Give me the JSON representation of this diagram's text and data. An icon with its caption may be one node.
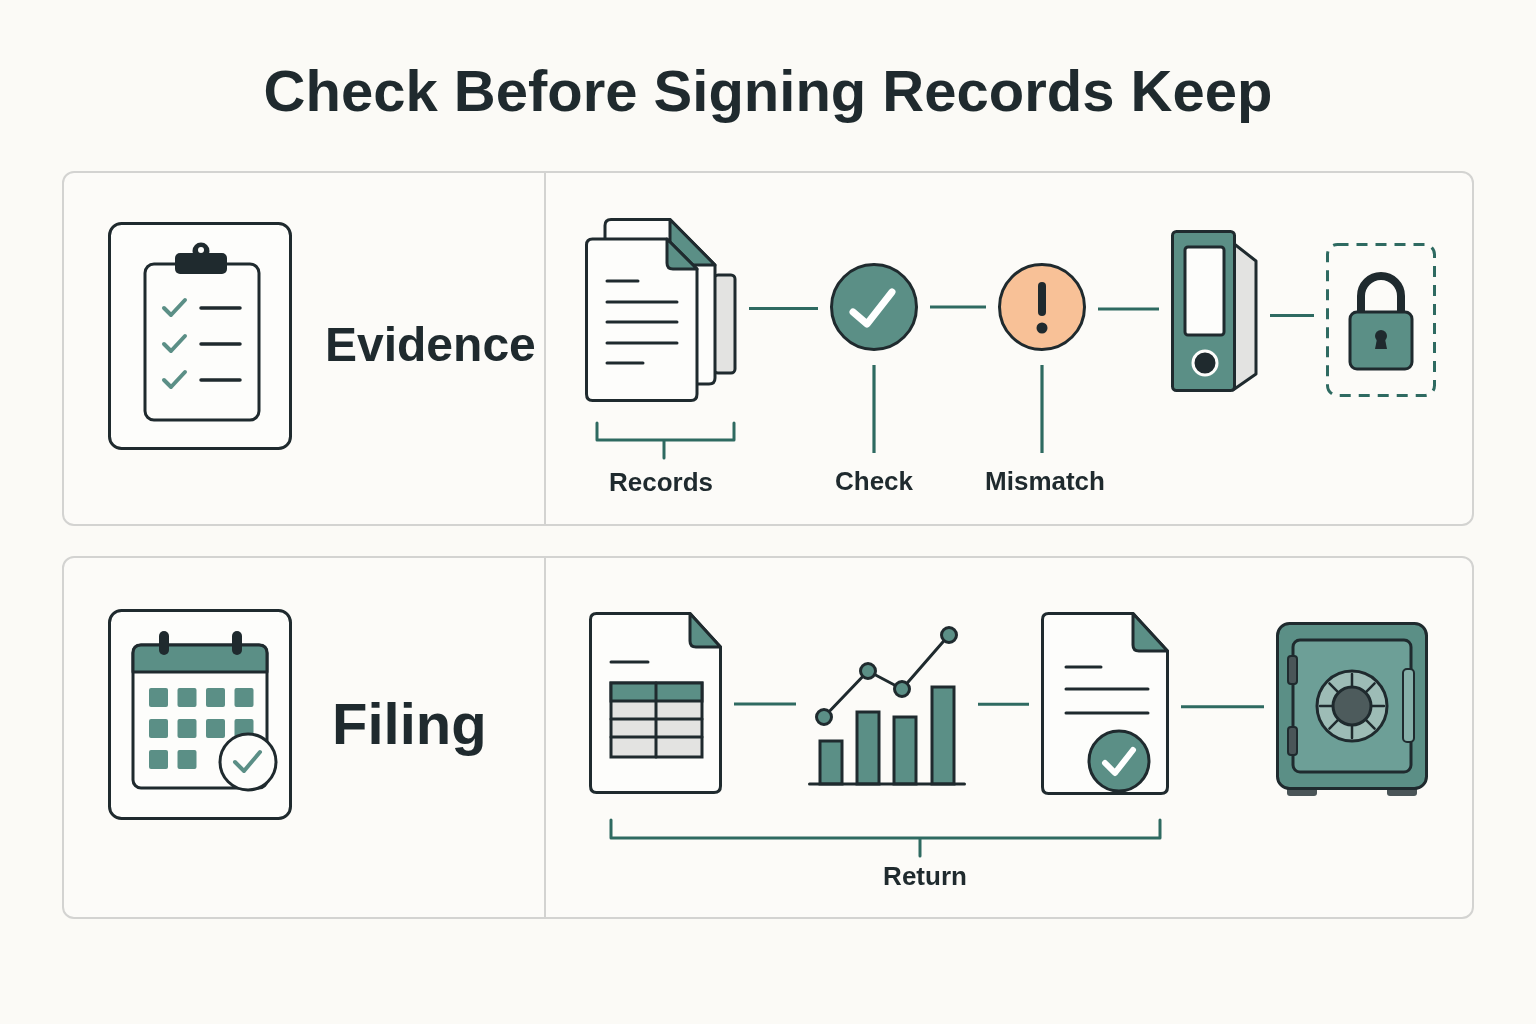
{
  "diagram": {
    "title": "Check Before Signing Records Keep",
    "nodes": [
      {
        "text": [
          "Evidence"
        ]
      },
      {
        "text": [],
        "shape": "picture",
        "in": 0,
        "beside": [
          "Records"
        ]
      },
      {
        "text": [],
        "shape": "circle",
        "in": 0
      },
      {
        "text": [],
        "shape": "circle",
        "in": 0
      },
      {
        "text": [],
        "shape": "picture",
        "in": 0
      },
      {
        "text": [],
        "shape": "picture",
        "in": 0
      },
      {
        "text": [
          "Check"
        ],
        "in": 0
      },
      {
        "text": [
          "Mismatch"
        ],
        "in": 0
      },
      {
        "text": [
          "Filing"
        ]
      },
      {
        "text": [],
        "shape": "picture",
        "in": 8
      },
      {
        "text": [],
        "shape": "picture",
        "in": 8
      },
      {
        "text": [],
        "shape": "picture",
        "in": 8
      },
      {
        "text": [],
        "shape": "picture",
        "in": 8
      }
    ],
    "edges": [
      {
        "from": 1,
        "to": 2,
        "arrow": "none"
      },
      {
        "from": 2,
        "to": 3,
        "arrow": "none"
      },
      {
        "from": 3,
        "to": 4,
        "arrow": "none"
      },
      {
        "from": 4,
        "to": 5,
        "arrow": "none"
      },
      {
        "from": 6,
        "to": 2,
        "arrow": "none"
      },
      {
        "from": 7,
        "to": 3,
        "arrow": "none"
      },
      {
        "from": 9,
        "to": 10,
        "arrow": "none"
      },
      {
        "from": 10,
        "to": 11,
        "arrow": "none"
      },
      {
        "from": 11,
        "to": 12,
        "arrow": "none"
      }
    ],
    "labels": [
      "Return"
    ]
  }
}
